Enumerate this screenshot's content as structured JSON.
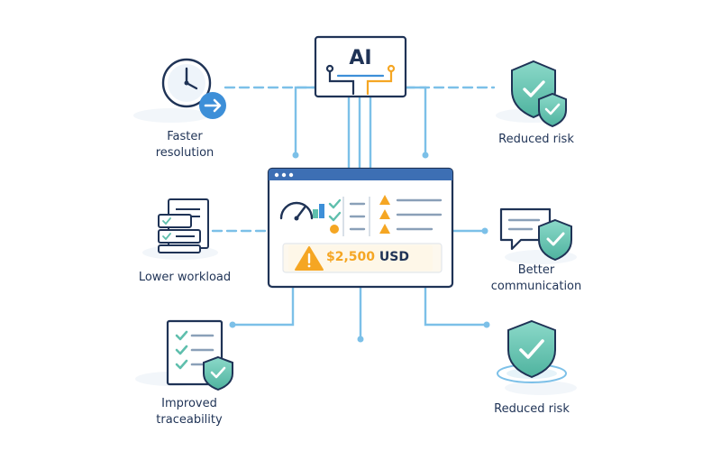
{
  "ai_box": {
    "label": "AI"
  },
  "benefits": {
    "faster_resolution": {
      "line1": "Faster",
      "line2": "resolution"
    },
    "lower_workload": {
      "label": "Lower workload"
    },
    "improved_traceability": {
      "line1": "Improved",
      "line2": "traceability"
    },
    "reduced_risk_top": {
      "label": "Reduced risk"
    },
    "better_communication": {
      "line1": "Better",
      "line2": "communication"
    },
    "reduced_risk_bottom": {
      "label": "Reduced risk"
    }
  },
  "dashboard": {
    "amount_value": "$2,500",
    "amount_unit": "USD"
  },
  "colors": {
    "navy": "#1f3356",
    "blue_line": "#7cc0e8",
    "teal": "#5fbfad",
    "amber": "#f5a623",
    "accent_blue": "#3d8fd8"
  }
}
